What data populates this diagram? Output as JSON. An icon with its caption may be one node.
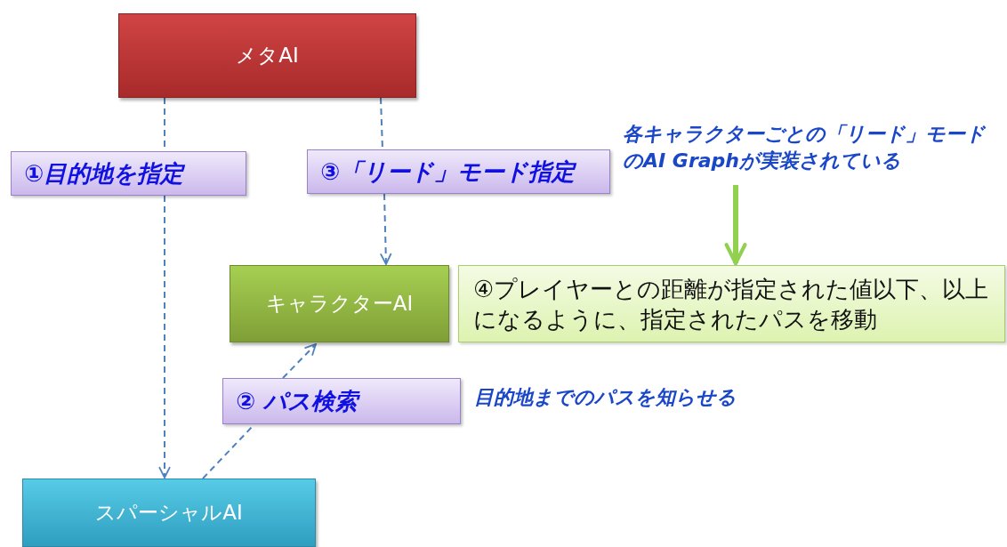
{
  "diagram": {
    "nodes": [
      {
        "text": [
          "メタAI"
        ]
      },
      {
        "text": [
          "①目的地を指定"
        ]
      },
      {
        "text": [
          "③「リード」モード指定"
        ]
      },
      {
        "text": [
          "キャラクターAI"
        ]
      },
      {
        "text": [
          "④プレイヤーとの距離が指定された値以下、以上になるように、指定されたパスを移動"
        ]
      },
      {
        "text": [
          "② パス検索"
        ]
      },
      {
        "text": [
          "スパーシャルAI"
        ]
      },
      {
        "text": [
          "各キャラクターごとの「リード」モードのAI Graphが実装されている"
        ]
      }
    ],
    "edges": [
      {
        "from": 0,
        "to": 1,
        "arrow": "none",
        "style": "dashed"
      },
      {
        "from": 1,
        "to": 6,
        "arrow": "to",
        "style": "dashed"
      },
      {
        "from": 0,
        "to": 2,
        "arrow": "none",
        "style": "dashed"
      },
      {
        "from": 2,
        "to": 3,
        "arrow": "to",
        "style": "dashed"
      },
      {
        "from": 6,
        "to": 5,
        "arrow": "none",
        "style": "dashed"
      },
      {
        "from": 5,
        "to": 3,
        "arrow": "to",
        "style": "dashed"
      },
      {
        "from": 7,
        "to": 4,
        "arrow": "to",
        "style": "thick",
        "color": "#92d050"
      }
    ],
    "labels": [
      "目的地までのパスを知らせる"
    ]
  }
}
